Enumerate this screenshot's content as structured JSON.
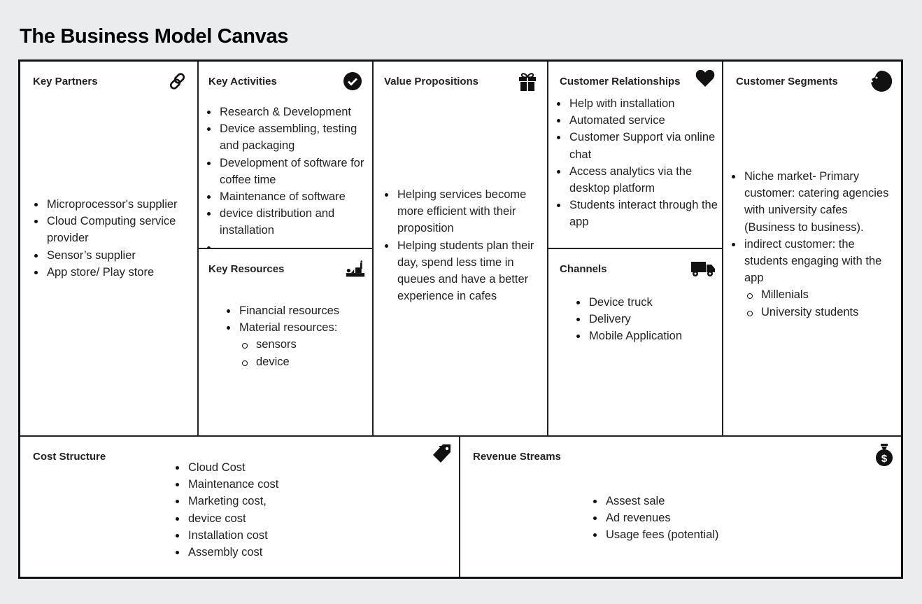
{
  "title": "The Business Model Canvas",
  "key_partners": {
    "title": "Key Partners",
    "icon": "link-icon",
    "items": [
      "Microprocessor's supplier",
      "Cloud Computing service provider",
      "Sensor’s supplier",
      "App store/ Play store"
    ]
  },
  "key_activities": {
    "title": "Key Activities",
    "icon": "check-circle-icon",
    "items": [
      "Research & Development",
      "Device assembling, testing and packaging",
      "Development of software for coffee time",
      "Maintenance of software",
      "device distribution and installation",
      ""
    ]
  },
  "key_resources": {
    "title": "Key Resources",
    "icon": "factory-worker-icon",
    "items": [
      "Financial resources",
      "Material resources:"
    ],
    "sub_items": [
      "sensors",
      "device"
    ]
  },
  "value_propositions": {
    "title": "Value Propositions",
    "icon": "gift-icon",
    "items": [
      "Helping services become more efficient with their proposition",
      "Helping students plan their day, spend less time in queues and have a better experience in cafes"
    ]
  },
  "customer_relationships": {
    "title": "Customer Relationships",
    "icon": "heart-icon",
    "items": [
      "Help with installation",
      "Automated service",
      "Customer Support via online chat",
      "Access analytics via the  desktop platform",
      "Students interact through the app"
    ]
  },
  "channels": {
    "title": "Channels",
    "icon": "truck-icon",
    "items": [
      "Device truck",
      "Delivery",
      "Mobile Application"
    ]
  },
  "customer_segments": {
    "title": "Customer Segments",
    "icon": "face-icon",
    "items": [
      "Niche market- Primary customer: catering agencies with university cafes (Business to business).",
      "indirect customer: the students engaging with the app"
    ],
    "sub_items": [
      "Millenials",
      "University students"
    ]
  },
  "cost_structure": {
    "title": "Cost Structure",
    "icon": "price-tag-icon",
    "items": [
      "Cloud Cost",
      "Maintenance cost",
      "Marketing cost,",
      "device cost",
      "Installation cost",
      "Assembly cost"
    ]
  },
  "revenue_streams": {
    "title": "Revenue Streams",
    "icon": "money-bag-icon",
    "items": [
      "Assest sale",
      "Ad revenues",
      "Usage fees (potential)"
    ]
  }
}
